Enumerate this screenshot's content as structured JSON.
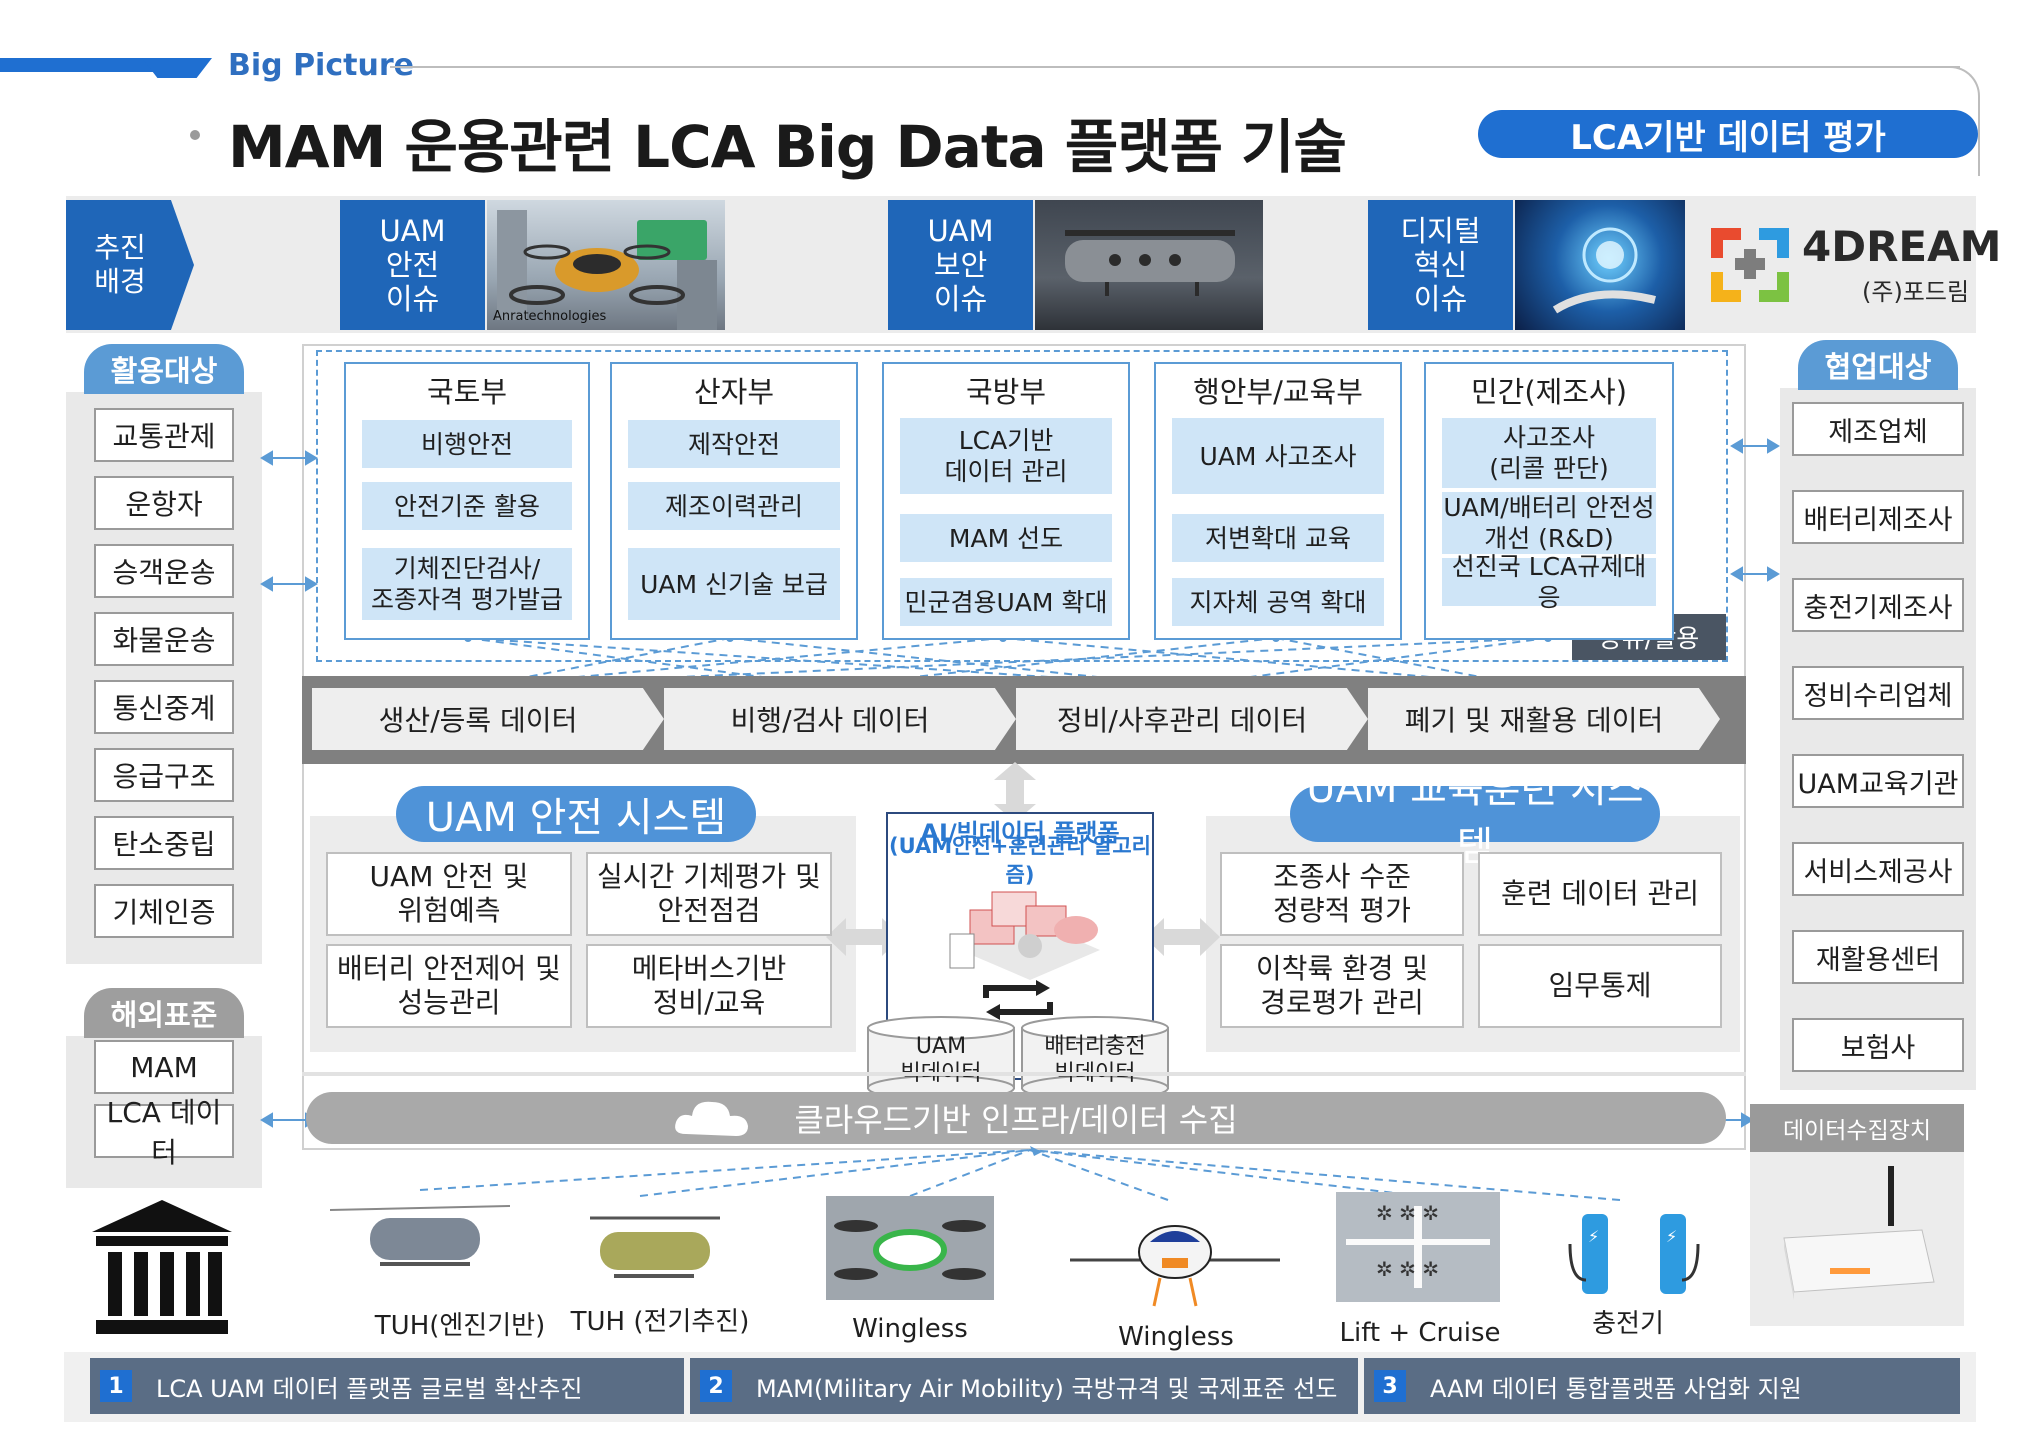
{
  "header": {
    "section_label": "Big Picture",
    "title": "MAM 운용관련 LCA Big Data 플랫폼 기술",
    "badge": "LCA기반 데이터 평가"
  },
  "background_row": {
    "label": "추진\n배경",
    "issues": [
      {
        "label": "UAM\n안전\n이슈",
        "photo_caption": "Anratechnologies"
      },
      {
        "label": "UAM\n보안\n이슈",
        "photo_caption": ""
      },
      {
        "label": "디지털\n혁신\n이슈",
        "photo_caption": ""
      }
    ],
    "logo": {
      "name": "4DREAM",
      "subtitle": "(주)포드림"
    }
  },
  "usage_targets": {
    "title": "활용대상",
    "items": [
      "교통관제",
      "운항자",
      "승객운송",
      "화물운송",
      "통신중계",
      "응급구조",
      "탄소중립",
      "기체인증"
    ]
  },
  "overseas_standards": {
    "title": "해외표준",
    "items": [
      "MAM",
      "LCA 데이터"
    ]
  },
  "cooperation_targets": {
    "title": "협업대상",
    "items": [
      "제조업체",
      "배터리제조사",
      "충전기제조사",
      "정비수리업체",
      "UAM교육기관",
      "서비스제공사",
      "재활용센터",
      "보험사"
    ]
  },
  "ministries": [
    {
      "name": "국토부",
      "items": [
        "비행안전",
        "안전기준 활용",
        "기체진단검사/\n조종자격 평가발급"
      ]
    },
    {
      "name": "산자부",
      "items": [
        "제작안전",
        "제조이력관리",
        "UAM 신기술 보급"
      ]
    },
    {
      "name": "국방부",
      "items": [
        "LCA기반\n데이터 관리",
        "MAM 선도",
        "민군겸용UAM 확대"
      ]
    },
    {
      "name": "행안부/교육부",
      "items": [
        "UAM 사고조사",
        "저변확대 교육",
        "지자체 공역 확대"
      ]
    },
    {
      "name": "민간(제조사)",
      "items": [
        "사고조사\n(리콜 판단)",
        "UAM/배터리 안전성\n개선 (R&D)",
        "선진국 LCA규제대응"
      ]
    }
  ],
  "share_label": "공유/활용",
  "process": [
    "생산/등록 데이터",
    "비행/검사 데이터",
    "정비/사후관리 데이터",
    "폐기 및 재활용 데이터"
  ],
  "safety_system": {
    "title": "UAM 안전 시스템",
    "items": [
      "UAM 안전 및\n위험예측",
      "실시간 기체평가 및\n안전점검",
      "배터리 안전제어 및\n성능관리",
      "메타버스기반\n정비/교육"
    ]
  },
  "training_system": {
    "title": "UAM 교육훈련 시스템",
    "items": [
      "조종사 수준\n정량적 평가",
      "훈련 데이터 관리",
      "이착륙 환경 및\n경로평가 관리",
      "임무통제"
    ]
  },
  "ai_platform": {
    "title": "AI/빅데이터 플랫폼",
    "subtitle": "(UAM안전+훈련관리 알고리즘)",
    "db1": "UAM\n빅데이터",
    "db2": "배터리충전\n빅데이터"
  },
  "cloud": {
    "label": "클라우드기반 인프라/데이터 수집"
  },
  "collector": {
    "title": "데이터수집장치"
  },
  "vehicles": [
    "TUH(엔진기반)",
    "TUH (전기추진)",
    "Wingless",
    "Wingless",
    "Lift + Cruise",
    "충전기"
  ],
  "footer": [
    {
      "num": "1",
      "text": "LCA UAM 데이터 플랫폼 글로벌 확산추진"
    },
    {
      "num": "2",
      "text": "MAM(Military Air Mobility) 국방규격 및 국제표준 선도"
    },
    {
      "num": "3",
      "text": "AAM 데이터 통합플랫폼 사업화 지원"
    }
  ],
  "colors": {
    "primary": "#1f6fd1",
    "light_blue": "#cfe5f7",
    "dark_blue": "#1f66b8",
    "gray": "#808080"
  }
}
